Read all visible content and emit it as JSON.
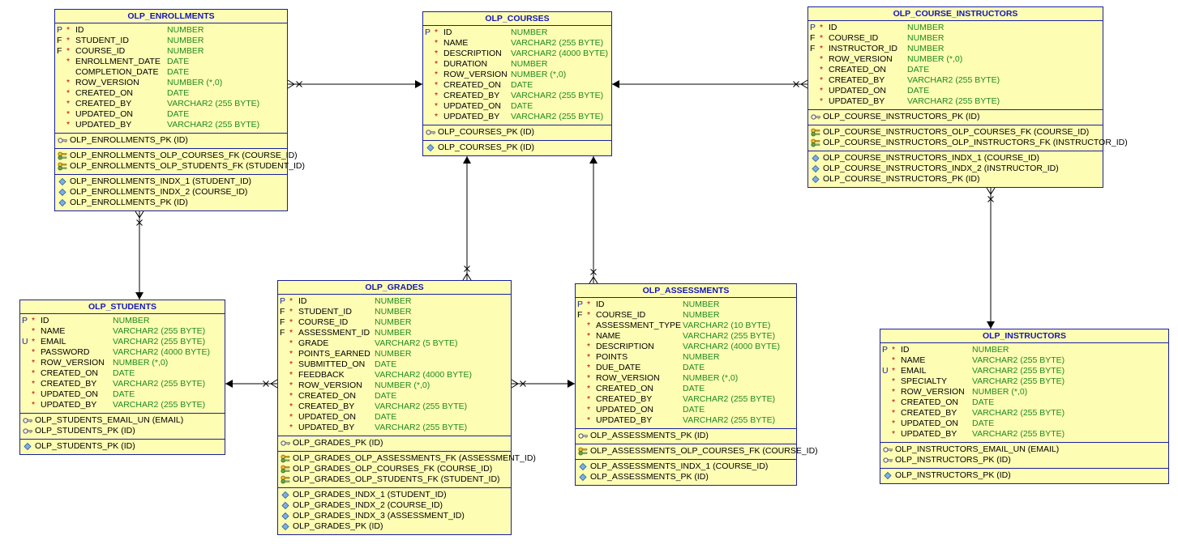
{
  "colors": {
    "entity_fill": "#fefdb4",
    "entity_border": "#1a1fa0",
    "title": "#1616b8",
    "type": "#1f8a1f",
    "mandatory": "#c0000a"
  },
  "tables": {
    "enrollments": {
      "title": "OLP_ENROLLMENTS",
      "columns": [
        {
          "key": "P",
          "req": "*",
          "name": "ID",
          "type": "NUMBER"
        },
        {
          "key": "F",
          "req": "*",
          "name": "STUDENT_ID",
          "type": "NUMBER"
        },
        {
          "key": "F",
          "req": "*",
          "name": "COURSE_ID",
          "type": "NUMBER"
        },
        {
          "key": "",
          "req": "*",
          "name": "ENROLLMENT_DATE",
          "type": "DATE"
        },
        {
          "key": "",
          "req": "",
          "name": "COMPLETION_DATE",
          "type": "DATE"
        },
        {
          "key": "",
          "req": "*",
          "name": "ROW_VERSION",
          "type": "NUMBER (*,0)"
        },
        {
          "key": "",
          "req": "*",
          "name": "CREATED_ON",
          "type": "DATE"
        },
        {
          "key": "",
          "req": "*",
          "name": "CREATED_BY",
          "type": "VARCHAR2 (255 BYTE)"
        },
        {
          "key": "",
          "req": "*",
          "name": "UPDATED_ON",
          "type": "DATE"
        },
        {
          "key": "",
          "req": "*",
          "name": "UPDATED_BY",
          "type": "VARCHAR2 (255 BYTE)"
        }
      ],
      "keys": [
        "OLP_ENROLLMENTS_PK (ID)"
      ],
      "fks": [
        "OLP_ENROLLMENTS_OLP_COURSES_FK (COURSE_ID)",
        "OLP_ENROLLMENTS_OLP_STUDENTS_FK (STUDENT_ID)"
      ],
      "indexes": [
        "OLP_ENROLLMENTS_INDX_1 (STUDENT_ID)",
        "OLP_ENROLLMENTS_INDX_2 (COURSE_ID)",
        "OLP_ENROLLMENTS_PK (ID)"
      ]
    },
    "courses": {
      "title": "OLP_COURSES",
      "columns": [
        {
          "key": "P",
          "req": "*",
          "name": "ID",
          "type": "NUMBER"
        },
        {
          "key": "",
          "req": "*",
          "name": "NAME",
          "type": "VARCHAR2 (255 BYTE)"
        },
        {
          "key": "",
          "req": "*",
          "name": "DESCRIPTION",
          "type": "VARCHAR2 (4000 BYTE)"
        },
        {
          "key": "",
          "req": "*",
          "name": "DURATION",
          "type": "NUMBER"
        },
        {
          "key": "",
          "req": "*",
          "name": "ROW_VERSION",
          "type": "NUMBER (*,0)"
        },
        {
          "key": "",
          "req": "*",
          "name": "CREATED_ON",
          "type": "DATE"
        },
        {
          "key": "",
          "req": "*",
          "name": "CREATED_BY",
          "type": "VARCHAR2 (255 BYTE)"
        },
        {
          "key": "",
          "req": "*",
          "name": "UPDATED_ON",
          "type": "DATE"
        },
        {
          "key": "",
          "req": "*",
          "name": "UPDATED_BY",
          "type": "VARCHAR2 (255 BYTE)"
        }
      ],
      "keys": [
        "OLP_COURSES_PK (ID)"
      ],
      "indexes": [
        "OLP_COURSES_PK (ID)"
      ]
    },
    "course_instructors": {
      "title": "OLP_COURSE_INSTRUCTORS",
      "columns": [
        {
          "key": "P",
          "req": "*",
          "name": "ID",
          "type": "NUMBER"
        },
        {
          "key": "F",
          "req": "*",
          "name": "COURSE_ID",
          "type": "NUMBER"
        },
        {
          "key": "F",
          "req": "*",
          "name": "INSTRUCTOR_ID",
          "type": "NUMBER"
        },
        {
          "key": "",
          "req": "*",
          "name": "ROW_VERSION",
          "type": "NUMBER (*,0)"
        },
        {
          "key": "",
          "req": "*",
          "name": "CREATED_ON",
          "type": "DATE"
        },
        {
          "key": "",
          "req": "*",
          "name": "CREATED_BY",
          "type": "VARCHAR2 (255 BYTE)"
        },
        {
          "key": "",
          "req": "*",
          "name": "UPDATED_ON",
          "type": "DATE"
        },
        {
          "key": "",
          "req": "*",
          "name": "UPDATED_BY",
          "type": "VARCHAR2 (255 BYTE)"
        }
      ],
      "keys": [
        "OLP_COURSE_INSTRUCTORS_PK (ID)"
      ],
      "fks": [
        "OLP_COURSE_INSTRUCTORS_OLP_COURSES_FK (COURSE_ID)",
        "OLP_COURSE_INSTRUCTORS_OLP_INSTRUCTORS_FK (INSTRUCTOR_ID)"
      ],
      "indexes": [
        "OLP_COURSE_INSTRUCTORS_INDX_1 (COURSE_ID)",
        "OLP_COURSE_INSTRUCTORS_INDX_2 (INSTRUCTOR_ID)",
        "OLP_COURSE_INSTRUCTORS_PK (ID)"
      ]
    },
    "students": {
      "title": "OLP_STUDENTS",
      "columns": [
        {
          "key": "P",
          "req": "*",
          "name": "ID",
          "type": "NUMBER"
        },
        {
          "key": "",
          "req": "*",
          "name": "NAME",
          "type": "VARCHAR2 (255 BYTE)"
        },
        {
          "key": "U",
          "req": "*",
          "name": "EMAIL",
          "type": "VARCHAR2 (255 BYTE)"
        },
        {
          "key": "",
          "req": "*",
          "name": "PASSWORD",
          "type": "VARCHAR2 (4000 BYTE)"
        },
        {
          "key": "",
          "req": "*",
          "name": "ROW_VERSION",
          "type": "NUMBER (*,0)"
        },
        {
          "key": "",
          "req": "*",
          "name": "CREATED_ON",
          "type": "DATE"
        },
        {
          "key": "",
          "req": "*",
          "name": "CREATED_BY",
          "type": "VARCHAR2 (255 BYTE)"
        },
        {
          "key": "",
          "req": "*",
          "name": "UPDATED_ON",
          "type": "DATE"
        },
        {
          "key": "",
          "req": "*",
          "name": "UPDATED_BY",
          "type": "VARCHAR2 (255 BYTE)"
        }
      ],
      "keys": [
        "OLP_STUDENTS_EMAIL_UN (EMAIL)",
        "OLP_STUDENTS_PK (ID)"
      ],
      "indexes": [
        "OLP_STUDENTS_PK (ID)"
      ]
    },
    "grades": {
      "title": "OLP_GRADES",
      "columns": [
        {
          "key": "P",
          "req": "*",
          "name": "ID",
          "type": "NUMBER"
        },
        {
          "key": "F",
          "req": "*",
          "name": "STUDENT_ID",
          "type": "NUMBER"
        },
        {
          "key": "F",
          "req": "*",
          "name": "COURSE_ID",
          "type": "NUMBER"
        },
        {
          "key": "F",
          "req": "*",
          "name": "ASSESSMENT_ID",
          "type": "NUMBER"
        },
        {
          "key": "",
          "req": "*",
          "name": "GRADE",
          "type": "VARCHAR2 (5 BYTE)"
        },
        {
          "key": "",
          "req": "*",
          "name": "POINTS_EARNED",
          "type": "NUMBER"
        },
        {
          "key": "",
          "req": "*",
          "name": "SUBMITTED_ON",
          "type": "DATE"
        },
        {
          "key": "",
          "req": "*",
          "name": "FEEDBACK",
          "type": "VARCHAR2 (4000 BYTE)"
        },
        {
          "key": "",
          "req": "*",
          "name": "ROW_VERSION",
          "type": "NUMBER (*,0)"
        },
        {
          "key": "",
          "req": "*",
          "name": "CREATED_ON",
          "type": "DATE"
        },
        {
          "key": "",
          "req": "*",
          "name": "CREATED_BY",
          "type": "VARCHAR2 (255 BYTE)"
        },
        {
          "key": "",
          "req": "*",
          "name": "UPDATED_ON",
          "type": "DATE"
        },
        {
          "key": "",
          "req": "*",
          "name": "UPDATED_BY",
          "type": "VARCHAR2 (255 BYTE)"
        }
      ],
      "keys": [
        "OLP_GRADES_PK (ID)"
      ],
      "fks": [
        "OLP_GRADES_OLP_ASSESSMENTS_FK (ASSESSMENT_ID)",
        "OLP_GRADES_OLP_COURSES_FK (COURSE_ID)",
        "OLP_GRADES_OLP_STUDENTS_FK (STUDENT_ID)"
      ],
      "indexes": [
        "OLP_GRADES_INDX_1 (STUDENT_ID)",
        "OLP_GRADES_INDX_2 (COURSE_ID)",
        "OLP_GRADES_INDX_3 (ASSESSMENT_ID)",
        "OLP_GRADES_PK (ID)"
      ]
    },
    "assessments": {
      "title": "OLP_ASSESSMENTS",
      "columns": [
        {
          "key": "P",
          "req": "*",
          "name": "ID",
          "type": "NUMBER"
        },
        {
          "key": "F",
          "req": "*",
          "name": "COURSE_ID",
          "type": "NUMBER"
        },
        {
          "key": "",
          "req": "*",
          "name": "ASSESSMENT_TYPE",
          "type": "VARCHAR2 (10 BYTE)"
        },
        {
          "key": "",
          "req": "*",
          "name": "NAME",
          "type": "VARCHAR2 (255 BYTE)"
        },
        {
          "key": "",
          "req": "*",
          "name": "DESCRIPTION",
          "type": "VARCHAR2 (4000 BYTE)"
        },
        {
          "key": "",
          "req": "*",
          "name": "POINTS",
          "type": "NUMBER"
        },
        {
          "key": "",
          "req": "*",
          "name": "DUE_DATE",
          "type": "DATE"
        },
        {
          "key": "",
          "req": "*",
          "name": "ROW_VERSION",
          "type": "NUMBER (*,0)"
        },
        {
          "key": "",
          "req": "*",
          "name": "CREATED_ON",
          "type": "DATE"
        },
        {
          "key": "",
          "req": "*",
          "name": "CREATED_BY",
          "type": "VARCHAR2 (255 BYTE)"
        },
        {
          "key": "",
          "req": "*",
          "name": "UPDATED_ON",
          "type": "DATE"
        },
        {
          "key": "",
          "req": "*",
          "name": "UPDATED_BY",
          "type": "VARCHAR2 (255 BYTE)"
        }
      ],
      "keys": [
        "OLP_ASSESSMENTS_PK (ID)"
      ],
      "fks": [
        "OLP_ASSESSMENTS_OLP_COURSES_FK (COURSE_ID)"
      ],
      "indexes": [
        "OLP_ASSESSMENTS_INDX_1 (COURSE_ID)",
        "OLP_ASSESSMENTS_PK (ID)"
      ]
    },
    "instructors": {
      "title": "OLP_INSTRUCTORS",
      "columns": [
        {
          "key": "P",
          "req": "*",
          "name": "ID",
          "type": "NUMBER"
        },
        {
          "key": "",
          "req": "*",
          "name": "NAME",
          "type": "VARCHAR2 (255 BYTE)"
        },
        {
          "key": "U",
          "req": "*",
          "name": "EMAIL",
          "type": "VARCHAR2 (255 BYTE)"
        },
        {
          "key": "",
          "req": "*",
          "name": "SPECIALTY",
          "type": "VARCHAR2 (255 BYTE)"
        },
        {
          "key": "",
          "req": "*",
          "name": "ROW_VERSION",
          "type": "NUMBER (*,0)"
        },
        {
          "key": "",
          "req": "*",
          "name": "CREATED_ON",
          "type": "DATE"
        },
        {
          "key": "",
          "req": "*",
          "name": "CREATED_BY",
          "type": "VARCHAR2 (255 BYTE)"
        },
        {
          "key": "",
          "req": "*",
          "name": "UPDATED_ON",
          "type": "DATE"
        },
        {
          "key": "",
          "req": "*",
          "name": "UPDATED_BY",
          "type": "VARCHAR2 (255 BYTE)"
        }
      ],
      "keys": [
        "OLP_INSTRUCTORS_EMAIL_UN (EMAIL)",
        "OLP_INSTRUCTORS_PK (ID)"
      ],
      "indexes": [
        "OLP_INSTRUCTORS_PK (ID)"
      ]
    }
  },
  "relationships": [
    {
      "from": "OLP_ENROLLMENTS",
      "to": "OLP_COURSES",
      "cardinality": "many-to-one"
    },
    {
      "from": "OLP_ENROLLMENTS",
      "to": "OLP_STUDENTS",
      "cardinality": "many-to-one"
    },
    {
      "from": "OLP_COURSE_INSTRUCTORS",
      "to": "OLP_COURSES",
      "cardinality": "many-to-one"
    },
    {
      "from": "OLP_COURSE_INSTRUCTORS",
      "to": "OLP_INSTRUCTORS",
      "cardinality": "many-to-one"
    },
    {
      "from": "OLP_GRADES",
      "to": "OLP_COURSES",
      "cardinality": "many-to-one"
    },
    {
      "from": "OLP_GRADES",
      "to": "OLP_STUDENTS",
      "cardinality": "many-to-one"
    },
    {
      "from": "OLP_GRADES",
      "to": "OLP_ASSESSMENTS",
      "cardinality": "many-to-one"
    },
    {
      "from": "OLP_ASSESSMENTS",
      "to": "OLP_COURSES",
      "cardinality": "many-to-one"
    }
  ]
}
